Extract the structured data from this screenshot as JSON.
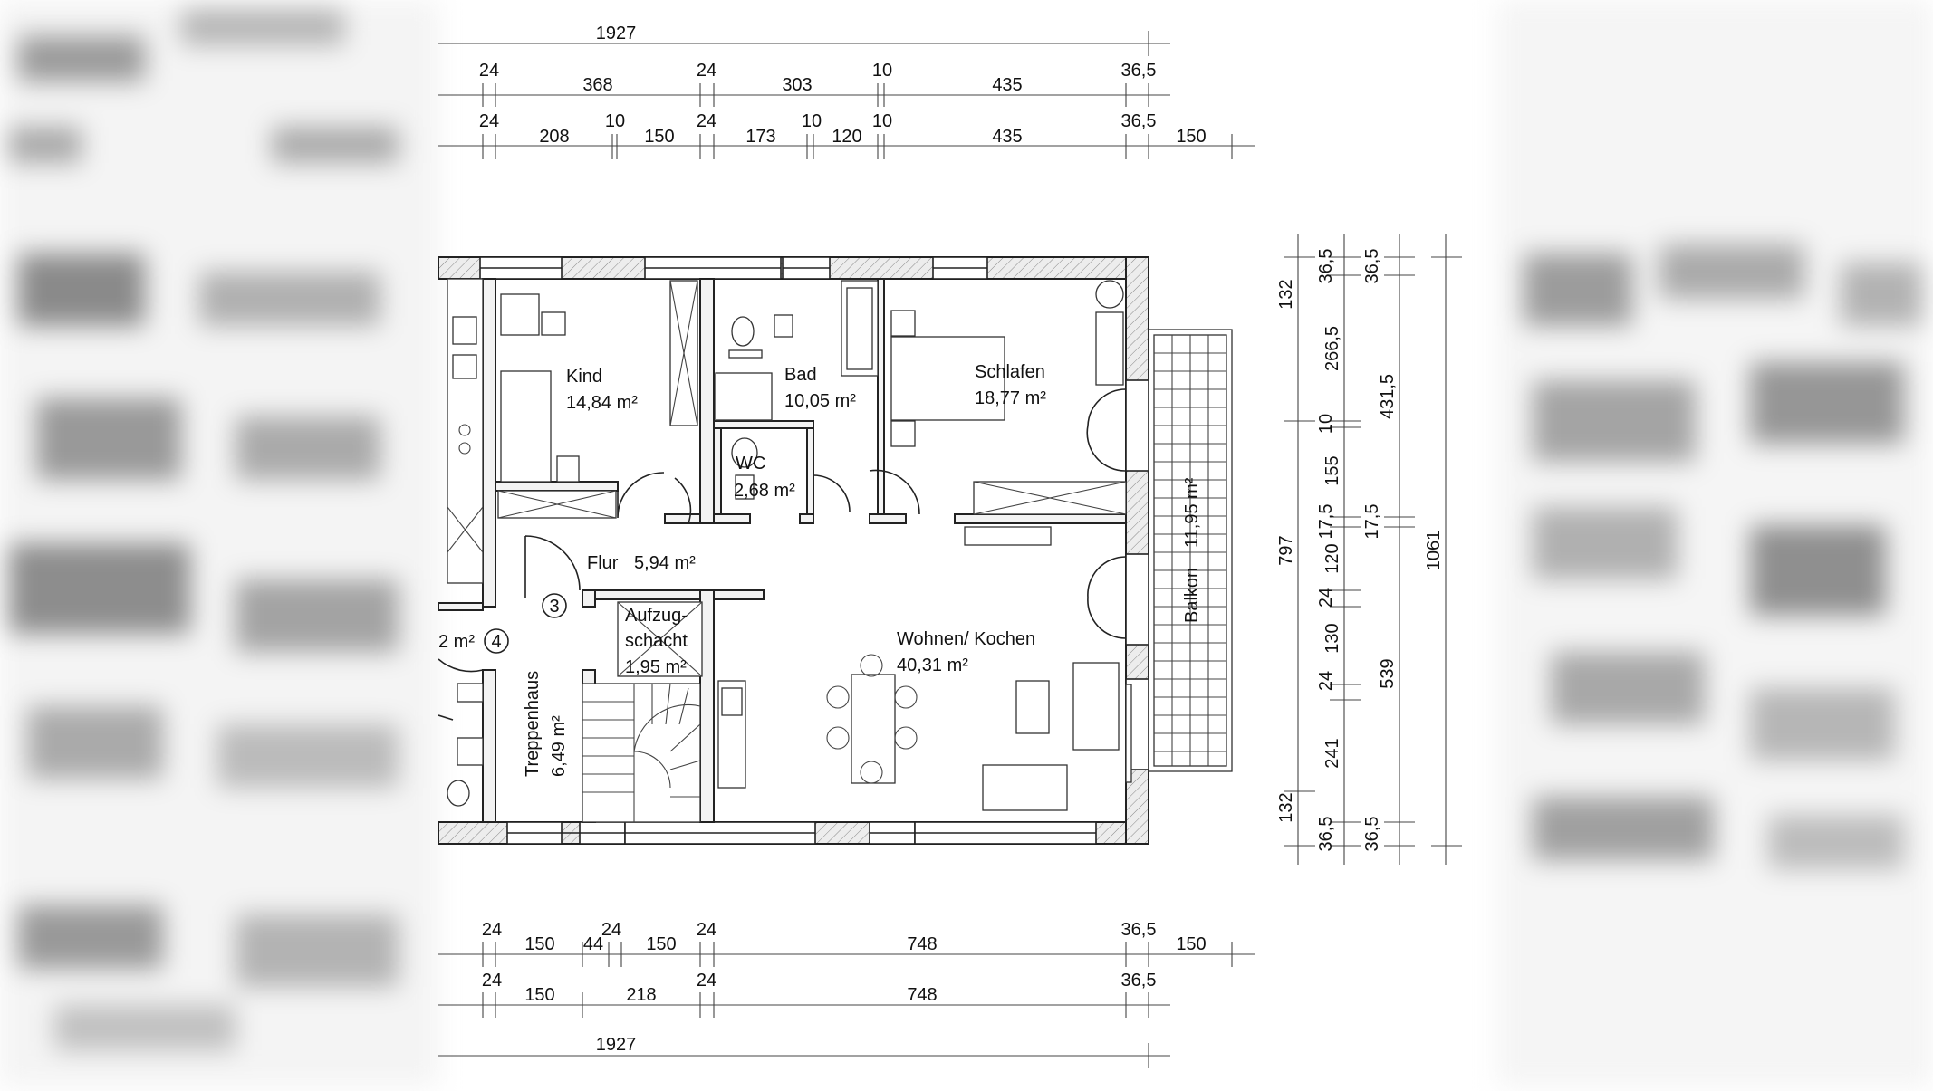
{
  "dimensions": {
    "top": {
      "row1": [
        "1927"
      ],
      "row2": [
        "24",
        "368",
        "24",
        "303",
        "10",
        "435",
        "36,5"
      ],
      "row3": [
        "24",
        "208",
        "10",
        "150",
        "24",
        "173",
        "10",
        "120",
        "10",
        "435",
        "36,5",
        "150"
      ]
    },
    "bottom": {
      "row1": [
        "24",
        "150",
        "44",
        "24",
        "150",
        "24",
        "748",
        "36,5",
        "150"
      ],
      "row2": [
        "24",
        "150",
        "218",
        "24",
        "748",
        "36,5"
      ],
      "row3": [
        "1927"
      ]
    },
    "right": {
      "col1": [
        "132",
        "797",
        "132"
      ],
      "col2": [
        "36,5",
        "266,5",
        "10",
        "155",
        "17,5",
        "120",
        "24",
        "130",
        "24",
        "241",
        "36,5"
      ],
      "col3": [
        "36,5",
        "431,5",
        "17,5",
        "539",
        "36,5"
      ],
      "col4": [
        "1061"
      ]
    }
  },
  "rooms": {
    "kind": {
      "name": "Kind",
      "area": "14,84 m²"
    },
    "bad": {
      "name": "Bad",
      "area": "10,05 m²"
    },
    "schlafen": {
      "name": "Schlafen",
      "area": "18,77 m²"
    },
    "wc": {
      "name": "WC",
      "area": "2,68 m²"
    },
    "flur": {
      "name": "Flur",
      "area": "5,94 m²"
    },
    "aufzug": {
      "name1": "Aufzug-",
      "name2": "schacht",
      "area": "1,95 m²"
    },
    "wohnen": {
      "name": "Wohnen/ Kochen",
      "area": "40,31 m²"
    },
    "treppenhaus": {
      "name": "Treppenhaus",
      "area": "6,49 m²"
    },
    "balkon": {
      "name": "Balkon",
      "area": "11,95 m²"
    },
    "partial": {
      "area": "2 m²"
    }
  },
  "markers": {
    "m3": "3",
    "m4": "4"
  }
}
